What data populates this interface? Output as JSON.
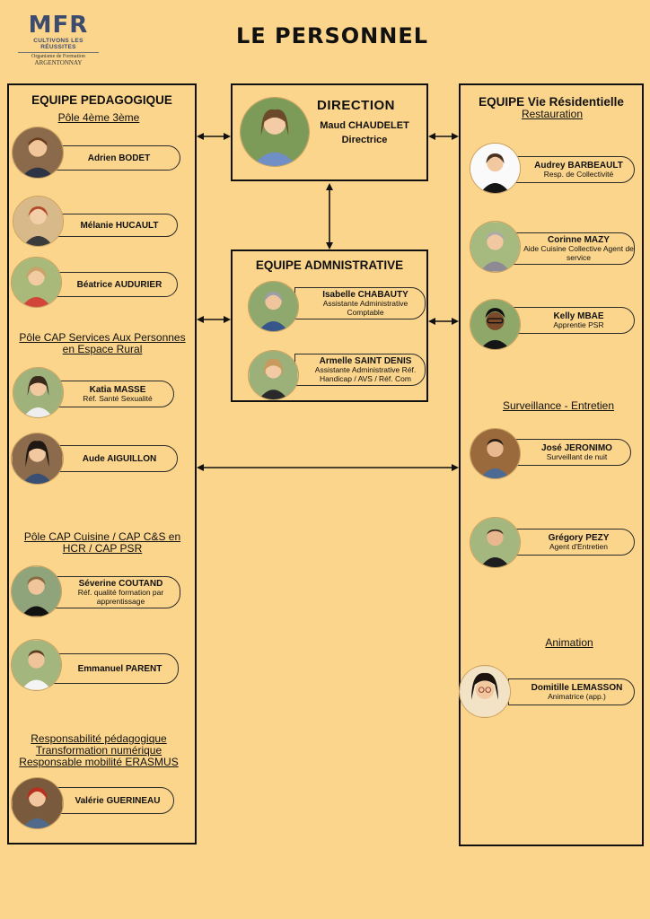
{
  "logo": {
    "main": "MFR",
    "tagline": "CULTIVONS LES RÉUSSITES",
    "sub": "Organisme de Formation",
    "city": "ARGENTONNAY"
  },
  "page_title": "LE PERSONNEL",
  "left": {
    "title": "EQUIPE PEDAGOGIQUE",
    "groups": [
      {
        "label": "Pôle 4ème 3ème"
      },
      {
        "label": "Pôle CAP Services Aux Personnes en Espace Rural"
      },
      {
        "label": "Pôle CAP Cuisine / CAP C&S en HCR / CAP PSR"
      },
      {
        "label": "Responsabilité pédagogique Transformation numérique Responsable mobilité ERASMUS"
      }
    ],
    "people": [
      {
        "name": "Adrien BODET",
        "role": ""
      },
      {
        "name": "Mélanie HUCAULT",
        "role": ""
      },
      {
        "name": "Béatrice AUDURIER",
        "role": ""
      },
      {
        "name": "Katia MASSE",
        "role": "Réf. Santé Sexualité"
      },
      {
        "name": "Aude AIGUILLON",
        "role": ""
      },
      {
        "name": "Séverine COUTAND",
        "role": "Réf. qualité formation par apprentissage"
      },
      {
        "name": "Emmanuel PARENT",
        "role": ""
      },
      {
        "name": "Valérie GUERINEAU",
        "role": ""
      }
    ]
  },
  "direction": {
    "title": "DIRECTION",
    "name": "Maud CHAUDELET",
    "role": "Directrice"
  },
  "admin": {
    "title": "EQUIPE ADMNISTRATIVE",
    "people": [
      {
        "name": "Isabelle CHABAUTY",
        "role": "Assistante Administrative Comptable"
      },
      {
        "name": "Armelle SAINT DENIS",
        "role": "Assistante Administrative Réf. Handicap / AVS / Réf. Com"
      }
    ]
  },
  "right": {
    "title": "EQUIPE Vie Résidentielle",
    "groups": [
      {
        "label": "Restauration"
      },
      {
        "label": "Surveillance - Entretien"
      },
      {
        "label": "Animation"
      }
    ],
    "people": [
      {
        "name": "Audrey BARBEAULT",
        "role": "Resp. de Collectivité"
      },
      {
        "name": "Corinne MAZY",
        "role": "Aide Cuisine Collective Agent de service"
      },
      {
        "name": "Kelly MBAE",
        "role": "Apprentie PSR"
      },
      {
        "name": "José JERONIMO",
        "role": "Surveillant de nuit"
      },
      {
        "name": "Grégory PEZY",
        "role": "Agent d'Entretien"
      },
      {
        "name": "Domitille LEMASSON",
        "role": "Animatrice (app.)"
      }
    ]
  }
}
